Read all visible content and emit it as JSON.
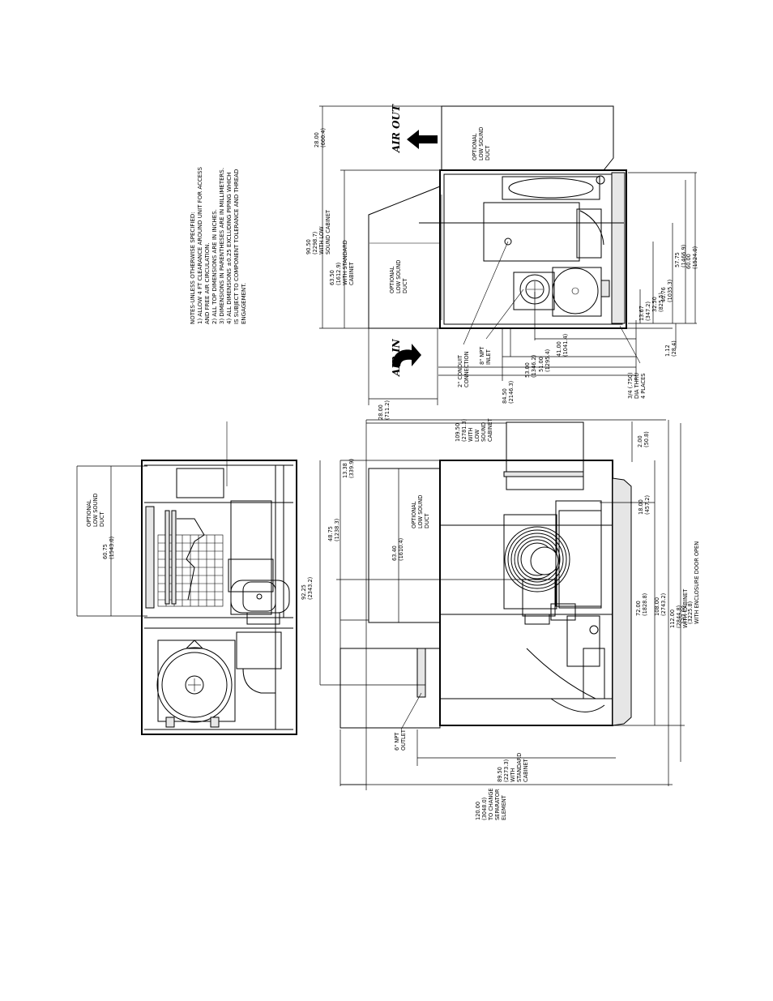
{
  "notes": [
    "NOTES-UNLESS OTHERWISE SPECIFIED:",
    "1) ALLOW 4 FT CLEARANCE AROUND UNIT FOR ACCESS",
    "   AND FREE AIR CIRCULATION.",
    "2) ALL TOP DIMENSIONS ARE IN INCHES.",
    "3) DIMENSIONS IN PARENTHESES ARE IN MILLIMETERS.",
    "4) ALL DIMENSIONS ±0.25 EXCLUDING PIPING WHICH",
    "   IS SUBJECT TO COMPONENT TOLERANCE AND THREAD",
    "   ENGAGEMENT."
  ],
  "airflow": {
    "air_out": "AIR OUT",
    "air_in": "AIR IN"
  },
  "right_view": {
    "duct_top": [
      "OPTIONAL",
      "LOW SOUND",
      "DUCT"
    ],
    "duct_side": [
      "OPTIONAL",
      "LOW SOUND",
      "DUCT"
    ],
    "dim_28_top": [
      "28.00",
      "(660.4)"
    ],
    "dim_90_50": [
      "90.50",
      "(2298.7)",
      "WITH LOW",
      "SOUND CABINET"
    ],
    "dim_63_50": [
      "63.50",
      "(1612.9)",
      "WITH STANDARD",
      "CABINET"
    ],
    "dim_28_bottom": [
      "28.00",
      "(711.2)"
    ],
    "conduit": [
      "2\" CONDUIT",
      "CONNECTION"
    ],
    "inlet": [
      "8\" NPT",
      "INLET"
    ],
    "dim_84_50": [
      "84.50",
      "(2146.3)"
    ],
    "dim_53_00": [
      "53.00",
      "(1346.2)"
    ],
    "dim_51_00": [
      "51.00",
      "(1295.4)"
    ],
    "dim_41_00": [
      "41.00",
      "(1041.4)"
    ],
    "dim_13_67": [
      "13.67",
      "(347.2)"
    ],
    "dim_32_50": [
      "32.50",
      "(825.5)"
    ],
    "dim_40_76": [
      "40.76",
      "(1035.3)"
    ],
    "dim_57_75": [
      "57.75",
      "(1466.9)"
    ],
    "dim_60_00": [
      "60.00",
      "(1524.0)"
    ],
    "dim_1_12": [
      "1.12",
      "(28.4)"
    ],
    "holes": [
      "3/4 (.750)",
      "DIA THRU",
      "4 PLACES"
    ]
  },
  "front_view": {
    "dim_109_50": [
      "109.50",
      "(2781.3)",
      "WITH",
      "LOW",
      "SOUND",
      "CABINET"
    ],
    "dim_13_38": [
      "13.38",
      "(339.9)"
    ],
    "dim_48_75": [
      "48.75",
      "(1238.3)"
    ],
    "duct": [
      "OPTIONAL",
      "LOW SOUND",
      "DUCT"
    ],
    "dim_63_40": [
      "63.40",
      "(1610.4)"
    ],
    "dim_92_25": [
      "92.25",
      "(2343.2)"
    ],
    "outlet": [
      "6\" NPT",
      "OUTLET"
    ],
    "dim_89_50": [
      "89.50",
      "(2273.3)",
      "WITH",
      "STANDARD",
      "CABINET"
    ],
    "dim_120_00": [
      "120.00",
      "(3048.0)",
      "TO CHANGE",
      "SEPARATOR",
      "ELEMENT"
    ],
    "dim_2_00": [
      "2.00",
      "(50.8)"
    ],
    "dim_18_00": [
      "18.00",
      "(457.2)"
    ],
    "dim_72_00": [
      "72.00",
      "(1828.8)"
    ],
    "dim_108_00": [
      "108.00",
      "(2743.2)"
    ],
    "dim_112_00": [
      "112.00",
      "(2844.8)",
      "WITH CABINET"
    ],
    "dim_127_00": [
      "127.00",
      "(3225.8)",
      "WITH ENCLOSURE DOOR OPEN"
    ]
  },
  "top_view": {
    "duct": [
      "OPTIONAL",
      "LOW SOUND",
      "DUCT"
    ],
    "dim_60_75": [
      "60.75",
      "(1543.0)"
    ]
  }
}
